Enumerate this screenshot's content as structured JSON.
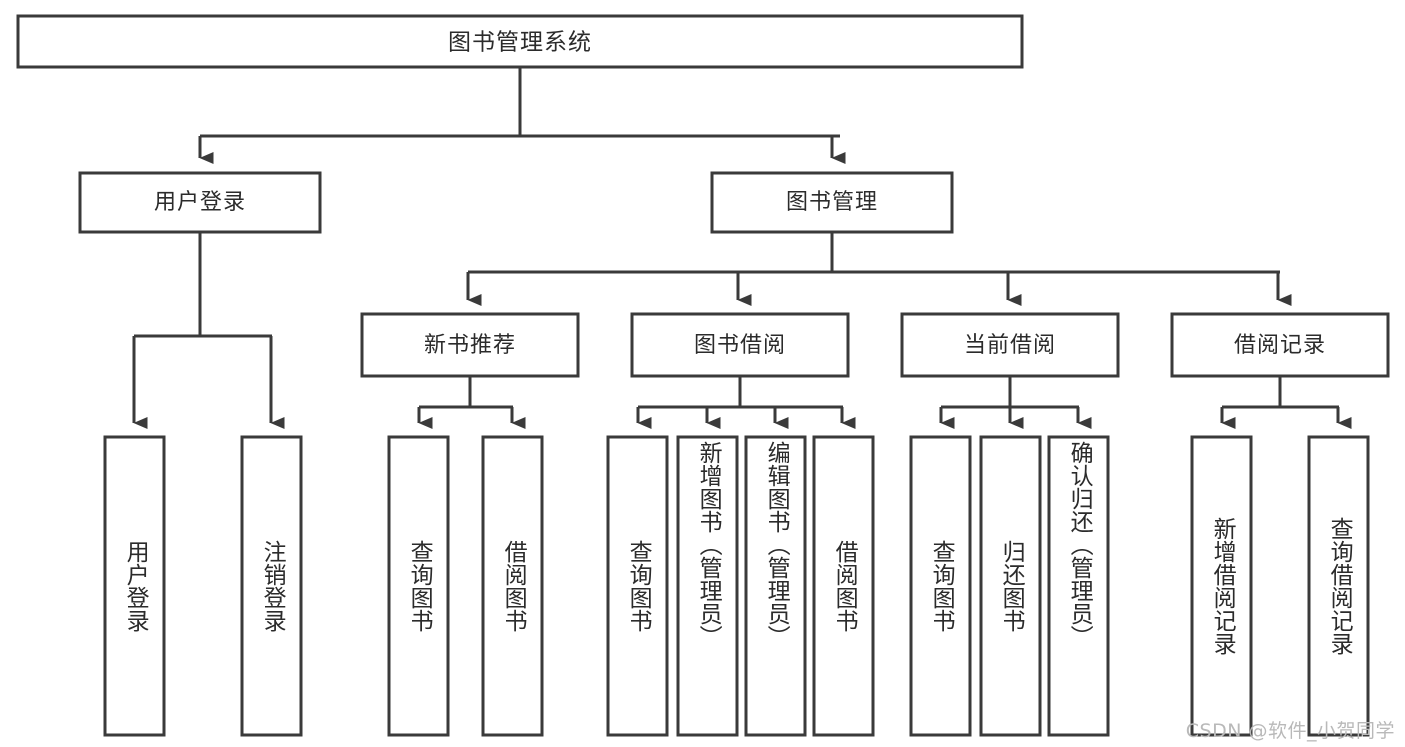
{
  "diagram": {
    "title": "图书管理系统",
    "type": "tree-hierarchy-chart",
    "root": {
      "label": "图书管理系统"
    },
    "level1": [
      {
        "label": "用户登录"
      },
      {
        "label": "图书管理"
      }
    ],
    "level2": [
      {
        "label": "新书推荐"
      },
      {
        "label": "图书借阅"
      },
      {
        "label": "当前借阅"
      },
      {
        "label": "借阅记录"
      }
    ],
    "leaves": {
      "user_login": [
        {
          "label": "用户登录"
        },
        {
          "label": "注销登录"
        }
      ],
      "new_book_recommend": [
        {
          "label": "查询图书"
        },
        {
          "label": "借阅图书"
        }
      ],
      "book_borrow": [
        {
          "label": "查询图书"
        },
        {
          "label": "新增图书（管理员）"
        },
        {
          "label": "编辑图书（管理员）"
        },
        {
          "label": "借阅图书"
        }
      ],
      "current_borrow": [
        {
          "label": "查询图书"
        },
        {
          "label": "归还图书"
        },
        {
          "label": "确认归还（管理员）"
        }
      ],
      "borrow_records": [
        {
          "label": "新增借阅记录"
        },
        {
          "label": "查询借阅记录"
        }
      ]
    }
  },
  "watermark": {
    "text": "CSDN @软件_小贺同学"
  },
  "colors": {
    "box_stroke": "#3a3a3a",
    "box_fill": "#ffffff",
    "text": "#2b2b2b",
    "watermark": "#b9b9b9",
    "background": "#ffffff"
  }
}
